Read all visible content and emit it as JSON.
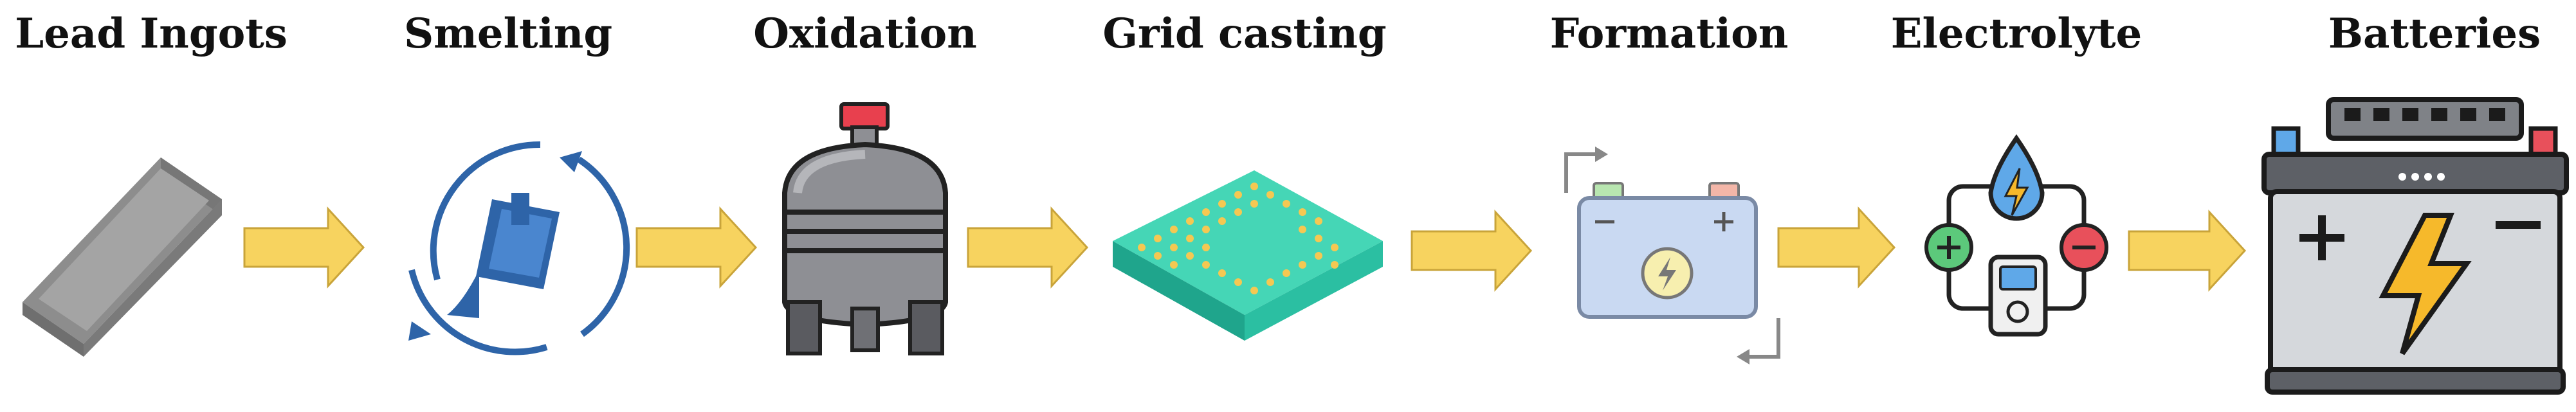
{
  "steps": [
    {
      "label": "Lead Ingots",
      "icon": "lead-ingot-icon"
    },
    {
      "label": "Smelting",
      "icon": "smelting-furnace-icon"
    },
    {
      "label": "Oxidation",
      "icon": "oxidation-tank-icon"
    },
    {
      "label": "Grid casting",
      "icon": "grid-plate-icon"
    },
    {
      "label": "Formation",
      "icon": "battery-charging-icon"
    },
    {
      "label": "Electrolyte",
      "icon": "electrolyte-meter-icon"
    },
    {
      "label": "Batteries",
      "icon": "car-battery-icon"
    }
  ],
  "colors": {
    "arrow_fill": "#F7D35F",
    "arrow_stroke": "#C9A43A",
    "ingot": "#9a9a9a",
    "smelting_blue": "#2E64A8",
    "tank_gray": "#8E8F94",
    "tank_red": "#E8404E",
    "grid_teal": "#45D6B6",
    "grid_dots": "#F5C852",
    "battery_blue": "#C9D9F2",
    "electrolyte_blue": "#5FA8E8",
    "plus_green": "#5CC97B",
    "minus_red": "#E8505B",
    "battery_body": "#D5D8DC",
    "bolt_yellow": "#F6B92B"
  }
}
